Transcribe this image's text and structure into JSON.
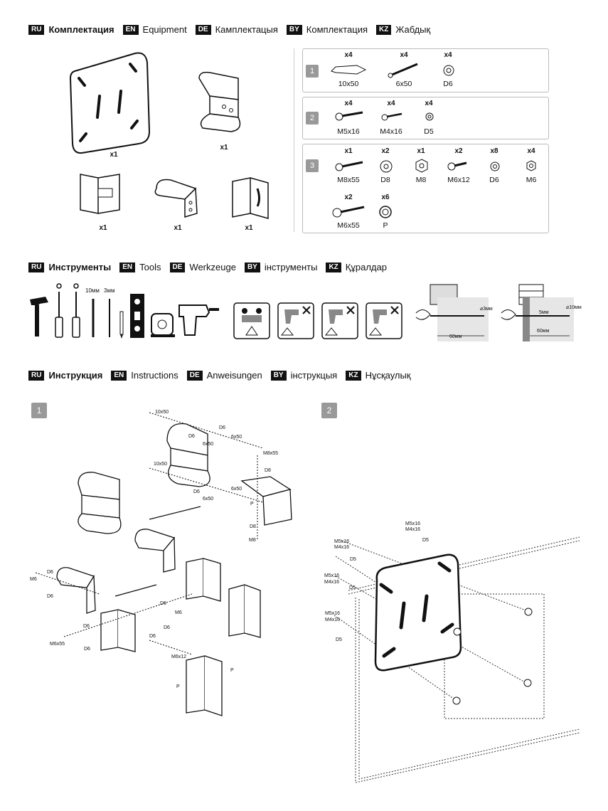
{
  "headers": {
    "equipment": {
      "ru_tag": "RU",
      "ru": "Комплектация",
      "en_tag": "EN",
      "en": "Equipment",
      "de_tag": "DE",
      "de": "Камплектацыя",
      "by_tag": "BY",
      "by": "Комплектация",
      "kz_tag": "KZ",
      "kz": "Жабдық"
    },
    "tools": {
      "ru_tag": "RU",
      "ru": "Инструменты",
      "en_tag": "EN",
      "en": "Tools",
      "de_tag": "DE",
      "de": "Werkzeuge",
      "by_tag": "BY",
      "by": "інструменты",
      "kz_tag": "KZ",
      "kz": "Құралдар"
    },
    "instructions": {
      "ru_tag": "RU",
      "ru": "Инструкция",
      "en_tag": "EN",
      "en": "Instructions",
      "de_tag": "DE",
      "de": "Anweisungen",
      "by_tag": "BY",
      "by": "інструкцыя",
      "kz_tag": "KZ",
      "kz": "Нұсқаулық"
    }
  },
  "parts": {
    "plate": "x1",
    "bracket_top": "x1",
    "bracket_a": "x1",
    "bracket_b": "x1",
    "bracket_c": "x1"
  },
  "kit1": {
    "num": "1",
    "items": [
      {
        "qty": "x4",
        "label": "10x50"
      },
      {
        "qty": "x4",
        "label": "6x50"
      },
      {
        "qty": "x4",
        "label": "D6"
      }
    ]
  },
  "kit2": {
    "num": "2",
    "items": [
      {
        "qty": "x4",
        "label": "M5x16"
      },
      {
        "qty": "x4",
        "label": "M4x16"
      },
      {
        "qty": "x4",
        "label": "D5"
      }
    ]
  },
  "kit3": {
    "num": "3",
    "items": [
      {
        "qty": "x1",
        "label": "M8x55"
      },
      {
        "qty": "x2",
        "label": "D8"
      },
      {
        "qty": "x1",
        "label": "M8"
      },
      {
        "qty": "x2",
        "label": "M6x12"
      },
      {
        "qty": "x8",
        "label": "D6"
      },
      {
        "qty": "x4",
        "label": "M6"
      },
      {
        "qty": "x2",
        "label": "M6x55"
      },
      {
        "qty": "x6",
        "label": "P"
      }
    ]
  },
  "tools": {
    "drill1": "10мм",
    "drill2": "3мм",
    "wood_depth": "60мм",
    "wood_dia": "⌀3мм",
    "brick_offset": "5мм",
    "brick_depth": "60мм",
    "brick_dia": "⌀10мм"
  },
  "steps": {
    "step1": "1",
    "step2": "2"
  },
  "step1_labels": {
    "a": "10x50",
    "b": "D6",
    "c": "6x50",
    "d": "6x50",
    "e": "10x50",
    "f": "D6",
    "g": "6x50",
    "h": "D6",
    "i": "6x50",
    "j": "M8x55",
    "k": "D8",
    "l": "P",
    "m": "D8",
    "n": "M8",
    "o": "D6",
    "p": "M6",
    "q": "D6",
    "r": "M6x55",
    "s": "D6",
    "t": "D6",
    "u": "D6",
    "v": "M6",
    "w": "D6",
    "x": "D6",
    "y": "M6x12",
    "z": "P",
    "za": "P"
  },
  "step2_labels": {
    "a": "M5x16",
    "b": "M4x16",
    "c": "D5",
    "d": "M5x16",
    "e": "M4x16",
    "f": "D5",
    "g": "M5x16",
    "h": "M4x16",
    "i": "D5",
    "j": "M5x16",
    "k": "M4x16",
    "l": "D5"
  }
}
